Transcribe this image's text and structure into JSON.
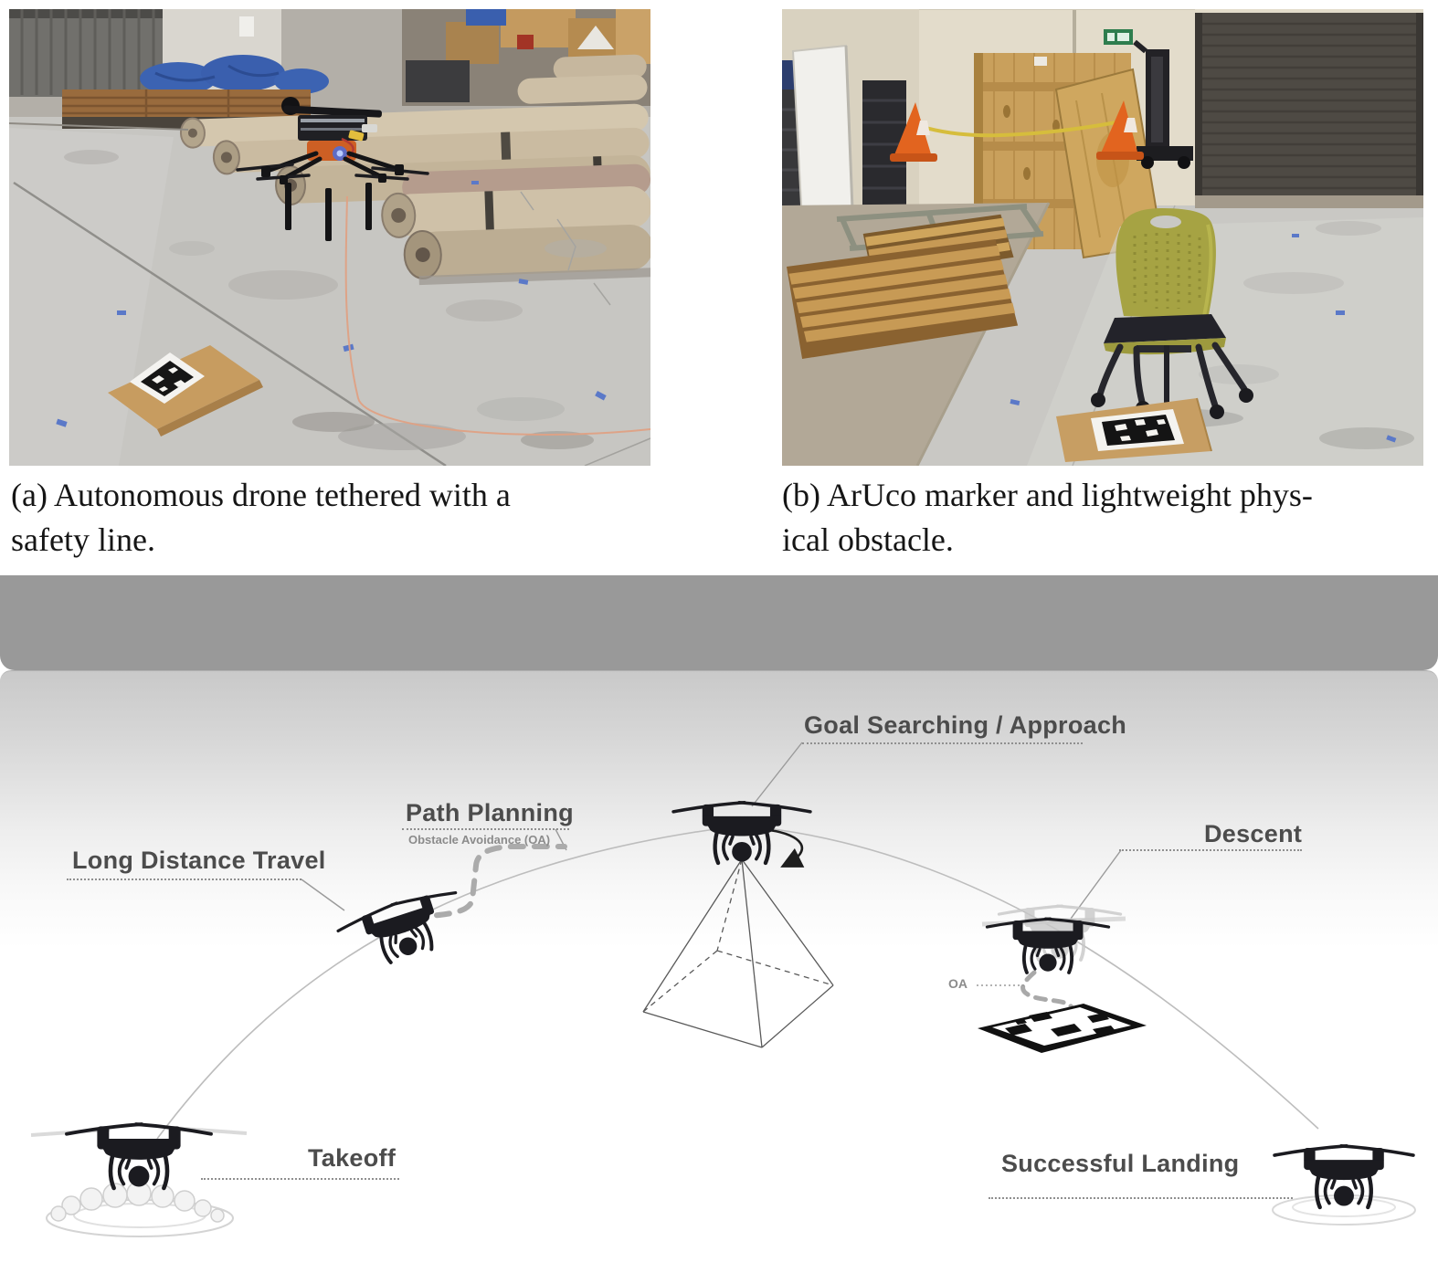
{
  "captions": {
    "a_line1": "(a) Autonomous drone tethered with a",
    "a_line2": "safety line.",
    "b_line1": "(b) ArUco marker and lightweight phys-",
    "b_line2": "ical obstacle."
  },
  "diagram": {
    "labels": {
      "goal": "Goal Searching / Approach",
      "path_planning": "Path Planning",
      "path_planning_sub": "Obstacle Avoidance (OA)",
      "long_distance": "Long Distance Travel",
      "descent": "Descent",
      "takeoff": "Takeoff",
      "landing": "Successful Landing",
      "oa": "OA"
    },
    "colors": {
      "label_text": "#4c4c4c",
      "divider_bar": "#999999",
      "trajectory_arc": "#bdbdbd",
      "dashed_oa_path": "#ababab",
      "drone_silhouette": "#1b1b20",
      "aruco_black": "#111111"
    }
  }
}
